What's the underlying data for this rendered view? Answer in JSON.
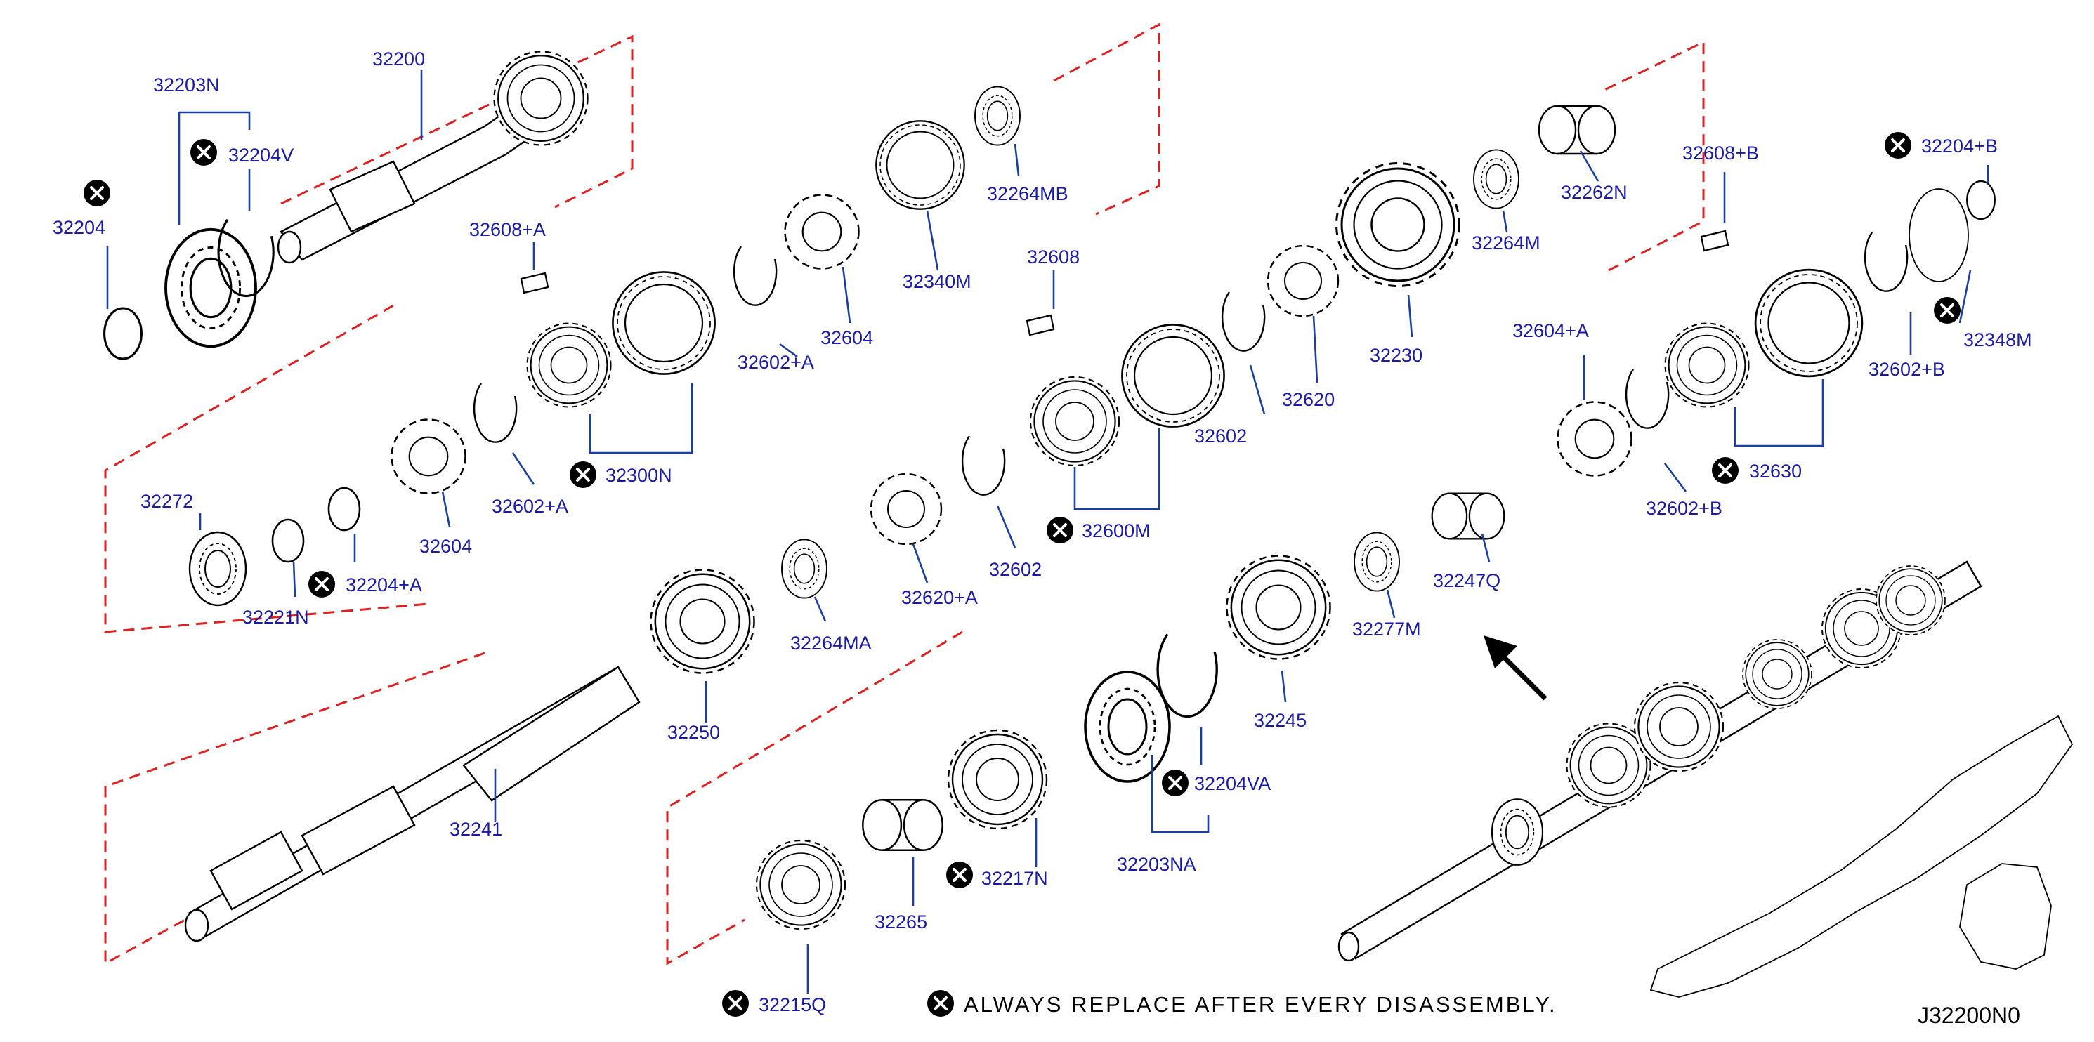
{
  "diagram": {
    "labels": {
      "p32200": "32200",
      "p32203N": "32203N",
      "p32204V": "32204V",
      "p32204": "32204",
      "p32608A": "32608+A",
      "p32602A_top": "32602+A",
      "p32604_top": "32604",
      "p32340M": "32340M",
      "p32264MB": "32264MB",
      "p32608": "32608",
      "p32262N": "32262N",
      "p32264M": "32264M",
      "p32230": "32230",
      "p32620": "32620",
      "p32602_mid": "32602",
      "p32608B": "32608+B",
      "p32204B": "32204+B",
      "p32348M": "32348M",
      "p32602B_top": "32602+B",
      "p32604A": "32604+A",
      "p32630": "32630",
      "p32602B_low": "32602+B",
      "p32272": "32272",
      "p32221N": "32221N",
      "p32204A": "32204+A",
      "p32604_low": "32604",
      "p32602A_low": "32602+A",
      "p32300N": "32300N",
      "p32600M": "32600M",
      "p32602_low": "32602",
      "p32620A": "32620+A",
      "p32264MA": "32264MA",
      "p32250": "32250",
      "p32241": "32241",
      "p32247Q": "32247Q",
      "p32277M": "32277M",
      "p32245": "32245",
      "p32204VA": "32204VA",
      "p32203NA": "32203NA",
      "p32217N": "32217N",
      "p32265": "32265",
      "p32215Q": "32215Q"
    },
    "legend_text": "ALWAYS  REPLACE  AFTER  EVERY  DISASSEMBLY.",
    "drawing_code": "J32200N0",
    "colors": {
      "label": "#1a1aa8",
      "leader": "#1a3fa0",
      "phantom_line": "#e02020",
      "linework": "#000000"
    },
    "icons": {
      "replace_mark": "x-in-black-circle-icon",
      "direction": "arrow-up-left-icon"
    }
  }
}
